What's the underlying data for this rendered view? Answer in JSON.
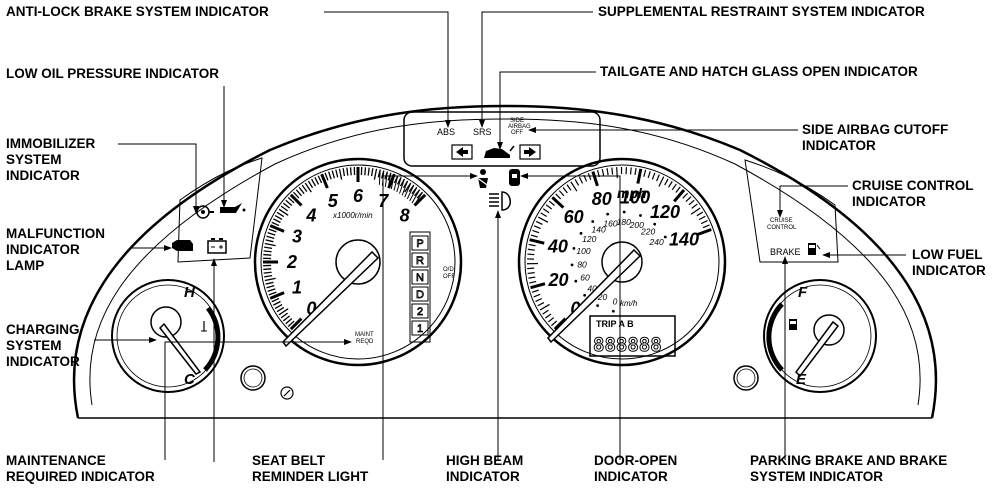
{
  "labels": {
    "abs": "ANTI-LOCK BRAKE SYSTEM INDICATOR",
    "srs": "SUPPLEMENTAL RESTRAINT SYSTEM INDICATOR",
    "low_oil": "LOW OIL PRESSURE INDICATOR",
    "tailgate": "TAILGATE AND HATCH GLASS OPEN INDICATOR",
    "immobilizer": [
      "IMMOBILIZER",
      "SYSTEM",
      "INDICATOR"
    ],
    "side_airbag": [
      "SIDE AIRBAG CUTOFF",
      "INDICATOR"
    ],
    "cruise": [
      "CRUISE CONTROL",
      "INDICATOR"
    ],
    "malfunction": [
      "MALFUNCTION",
      "INDICATOR",
      "LAMP"
    ],
    "low_fuel": [
      "LOW FUEL",
      "INDICATOR"
    ],
    "charging": [
      "CHARGING",
      "SYSTEM",
      "INDICATOR"
    ],
    "maintenance": [
      "MAINTENANCE",
      "REQUIRED INDICATOR"
    ],
    "seat_belt": [
      "SEAT BELT",
      "REMINDER LIGHT"
    ],
    "high_beam": [
      "HIGH BEAM",
      "INDICATOR"
    ],
    "door_open": [
      "DOOR-OPEN",
      "INDICATOR"
    ],
    "parking_brake": [
      "PARKING BRAKE AND BRAKE",
      "SYSTEM INDICATOR"
    ]
  },
  "panel_text": {
    "abs": "ABS",
    "srs": "SRS",
    "side_airbag": [
      "SIDE",
      "AIRBAG",
      "OFF"
    ],
    "cruise": [
      "CRUISE",
      "CONTROL"
    ],
    "brake": "BRAKE",
    "maint": [
      "MAINT",
      "REQD"
    ],
    "od_off": [
      "O/D",
      "OFF"
    ],
    "trip": "TRIP A B",
    "odometer": "888888",
    "mph": "mph",
    "kmh": "km/h",
    "tach_unit": "x1000r/min"
  },
  "tachometer": {
    "numbers": [
      "0",
      "1",
      "2",
      "3",
      "4",
      "5",
      "6",
      "7",
      "8"
    ]
  },
  "speedometer": {
    "mph_numbers": [
      "0",
      "20",
      "40",
      "60",
      "80",
      "100",
      "120",
      "140"
    ],
    "kmh_numbers": [
      "0",
      "20",
      "40",
      "60",
      "80",
      "100",
      "120",
      "140",
      "160",
      "180",
      "200",
      "220",
      "240"
    ]
  },
  "gear_positions": [
    "P",
    "R",
    "N",
    "D",
    "2",
    "1"
  ],
  "temp_gauge": {
    "hot": "H",
    "cold": "C"
  },
  "fuel_gauge": {
    "full": "F",
    "empty": "E"
  }
}
